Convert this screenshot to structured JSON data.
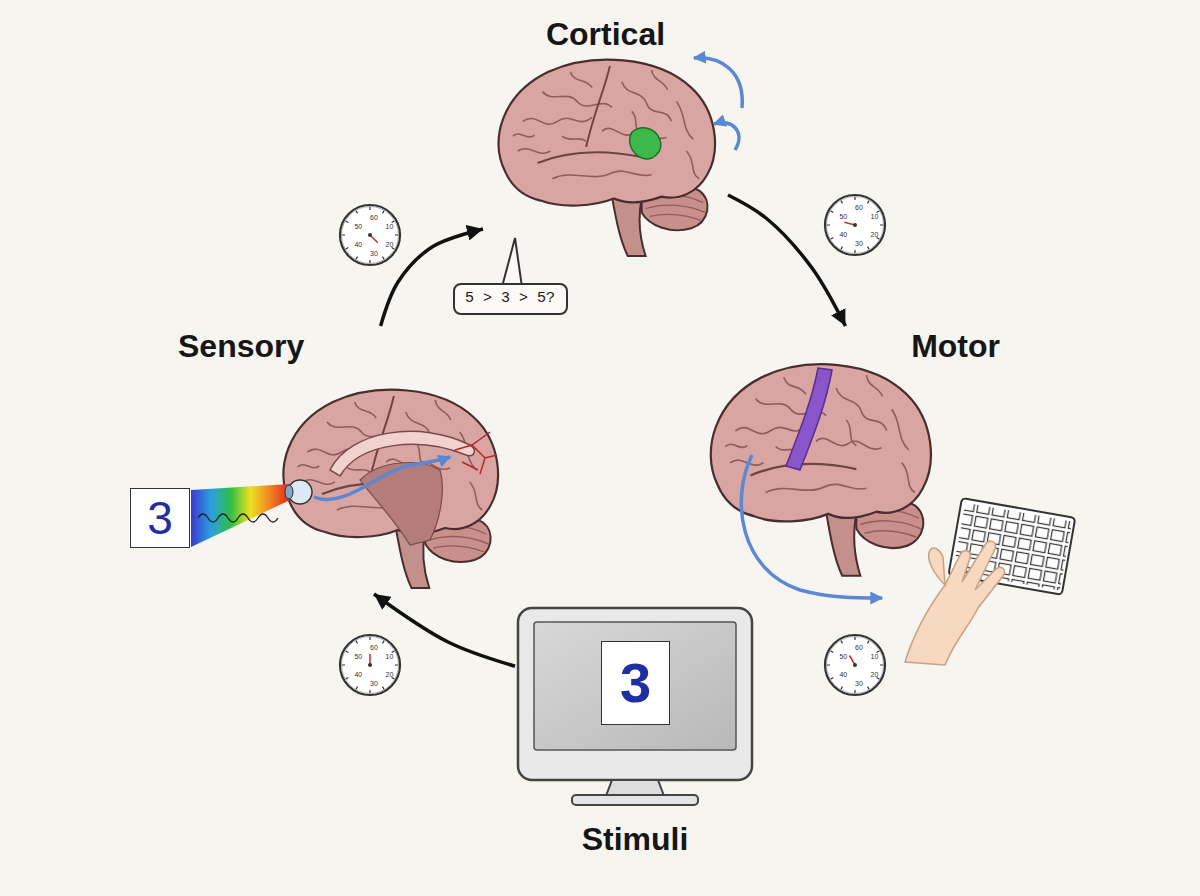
{
  "diagram": {
    "nodes": [
      {
        "text": [
          "Cortical"
        ]
      },
      {
        "text": [
          "5 > 3 > 5?"
        ]
      },
      {
        "text": [
          "Sensory"
        ]
      },
      {
        "text": [
          "Motor"
        ]
      },
      {
        "text": [
          "3"
        ]
      },
      {
        "text": [
          "Stimuli"
        ]
      },
      {
        "text": [
          "3"
        ],
        "in": 5
      }
    ],
    "edges": [
      {
        "from": 5,
        "to": 2,
        "arrow": "to"
      },
      {
        "from": 2,
        "to": 0,
        "arrow": "to"
      },
      {
        "from": 0,
        "to": 3,
        "arrow": "to"
      }
    ],
    "labels": [
      "60",
      "10",
      "20",
      "30",
      "40",
      "50",
      "60",
      "10",
      "20",
      "30",
      "40",
      "50",
      "60",
      "10",
      "20",
      "30",
      "40",
      "50",
      "60",
      "10",
      "20",
      "30",
      "40",
      "50"
    ]
  }
}
